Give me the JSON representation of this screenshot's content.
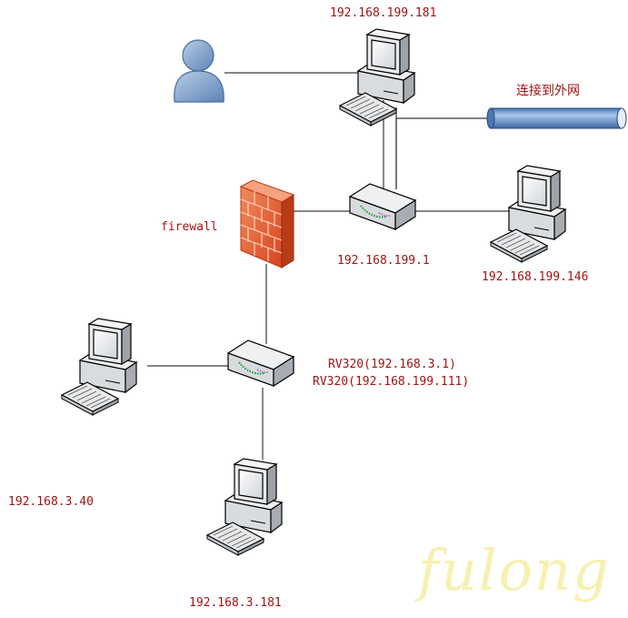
{
  "labels": {
    "pc_top": "192.168.199.181",
    "internet": "连接到外网",
    "firewall": "firewall",
    "router_top": "192.168.199.1",
    "pc_right": "192.168.199.146",
    "rv320_line1": "RV320(192.168.3.1)",
    "rv320_line2": "RV320(192.168.199.111)",
    "pc_left": "192.168.3.40",
    "pc_bottom": "192.168.3.181"
  },
  "watermark": "fulong",
  "colors": {
    "label": "#a11414",
    "line": "#3a3a3a",
    "firewall": "#e8582c",
    "cloud_pipe": "#6f98cf",
    "watermark": "#f7f0b0"
  }
}
